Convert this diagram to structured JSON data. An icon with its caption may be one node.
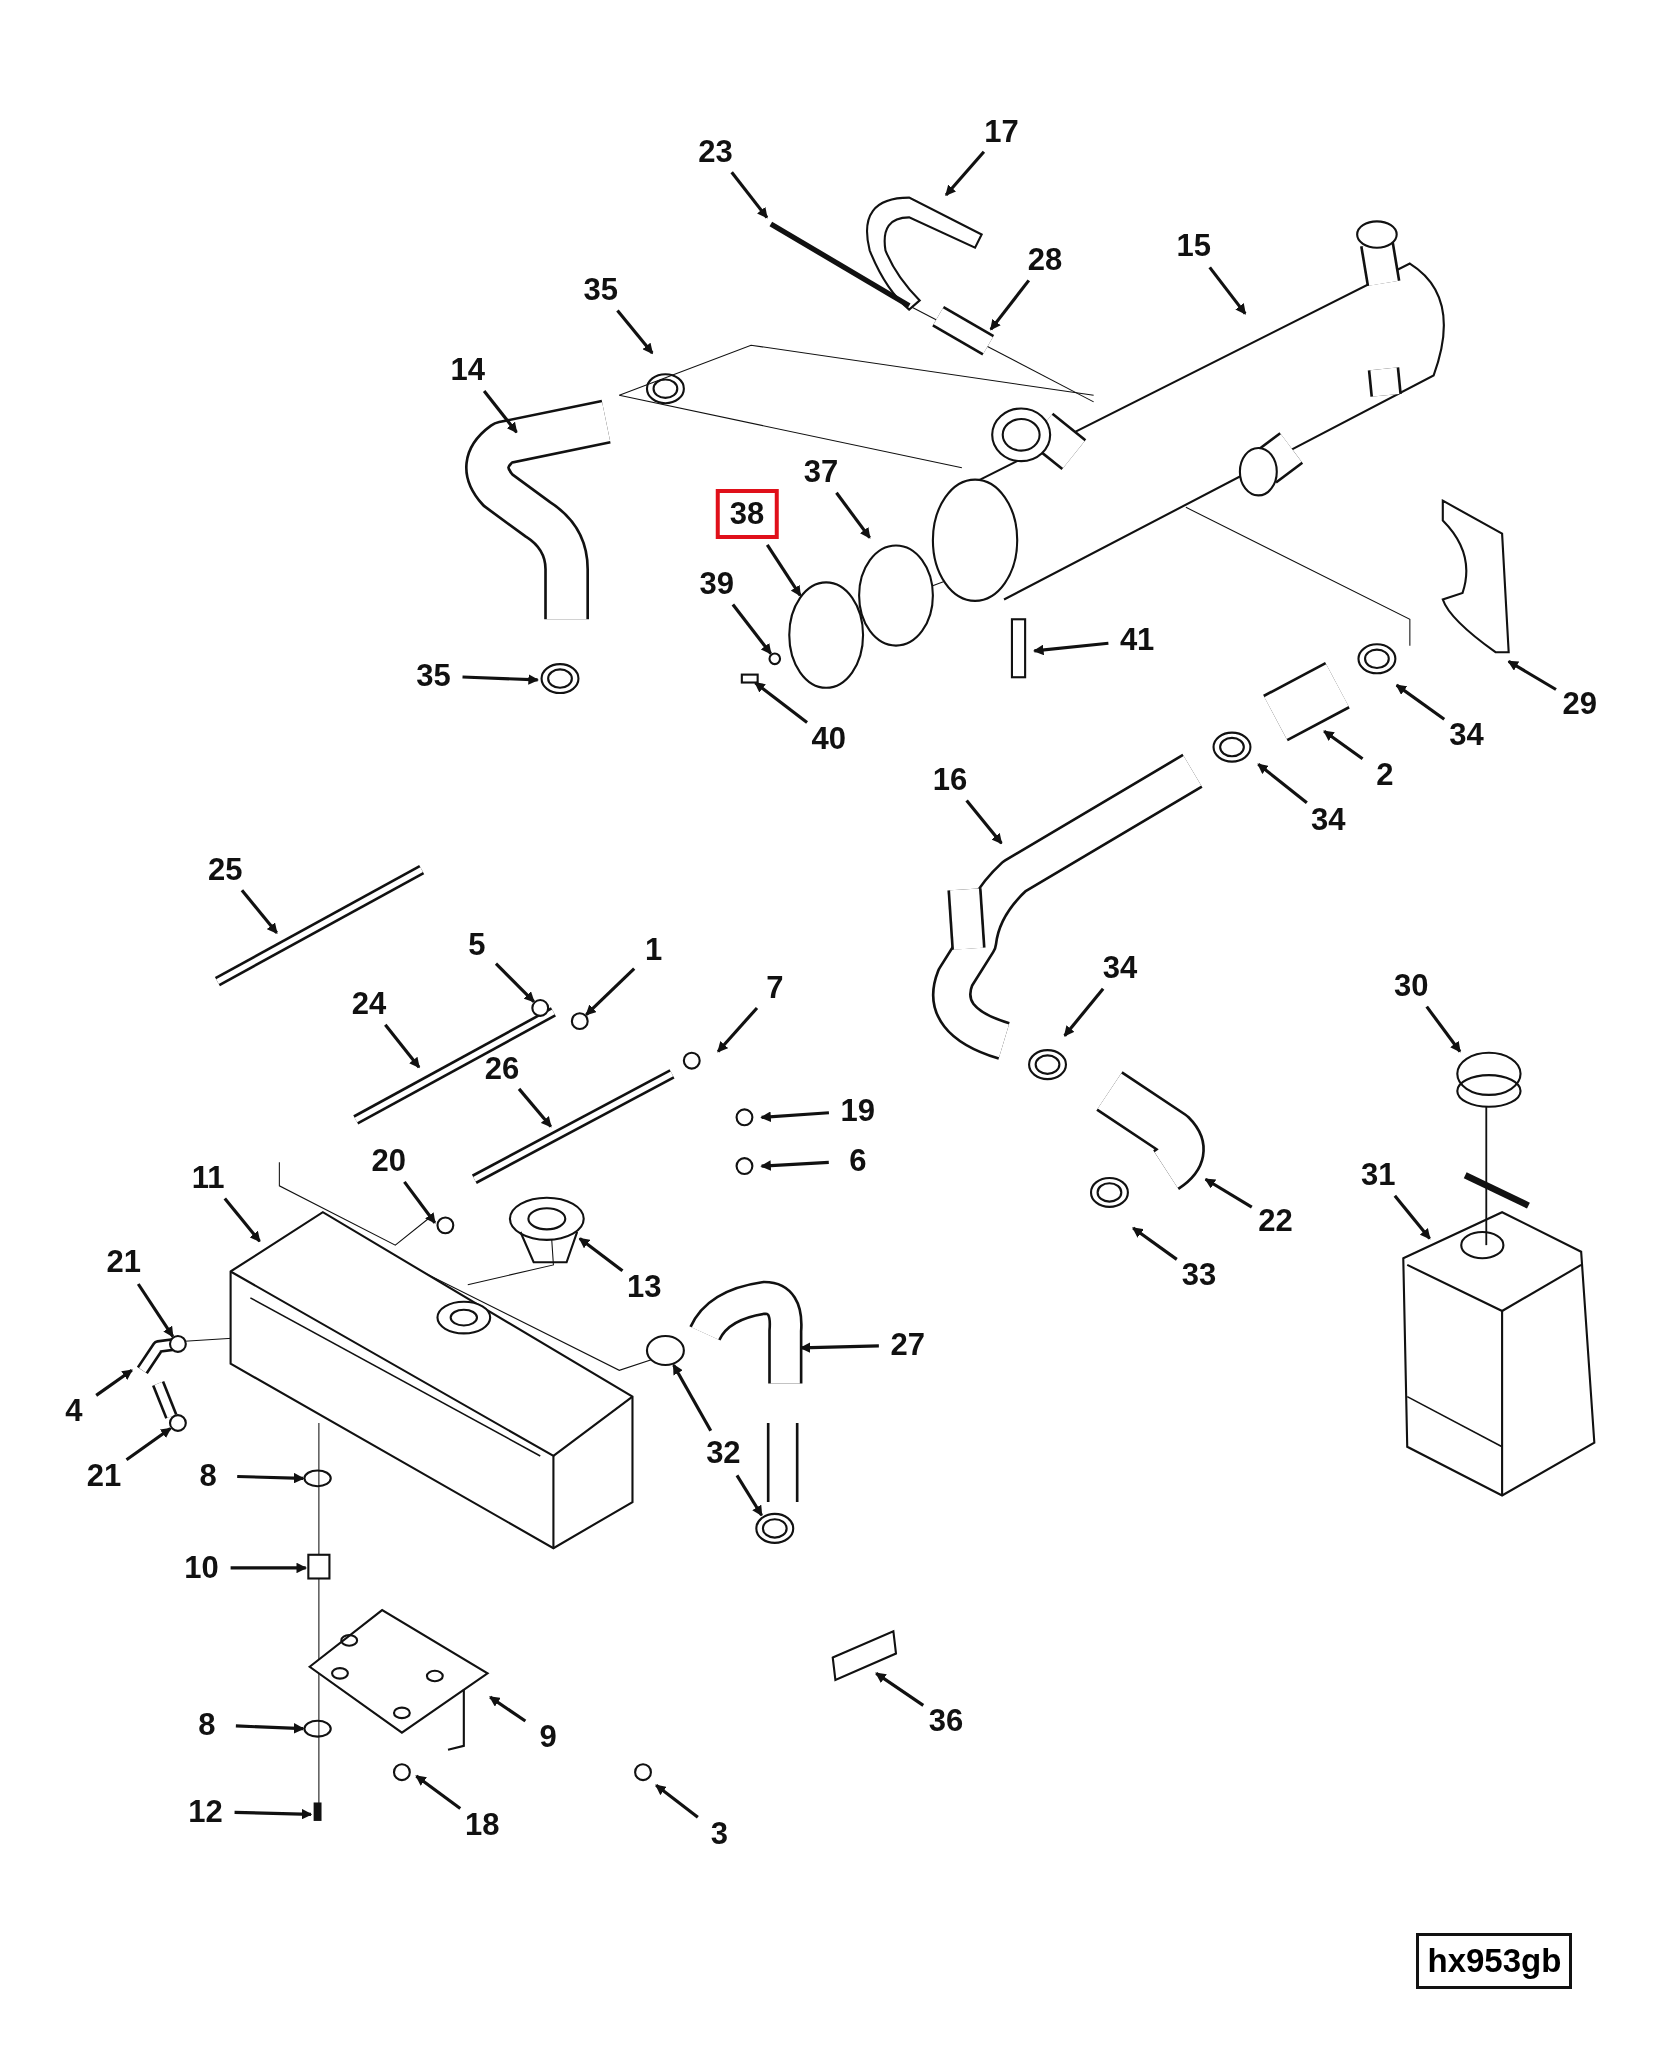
{
  "diagram": {
    "nodes": [
      {
        "text": [
          "23"
        ]
      },
      {
        "text": [
          "17"
        ]
      },
      {
        "text": [
          "28"
        ]
      },
      {
        "text": [
          "15"
        ]
      },
      {
        "text": [
          "35"
        ]
      },
      {
        "text": [
          "14"
        ]
      },
      {
        "text": [
          "37"
        ]
      },
      {
        "text": [
          "38"
        ]
      },
      {
        "text": [
          "39"
        ]
      },
      {
        "text": [
          "41"
        ]
      },
      {
        "text": [
          "35"
        ]
      },
      {
        "text": [
          "40"
        ]
      },
      {
        "text": [
          "29"
        ]
      },
      {
        "text": [
          "34"
        ]
      },
      {
        "text": [
          "2"
        ]
      },
      {
        "text": [
          "16"
        ]
      },
      {
        "text": [
          "34"
        ]
      },
      {
        "text": [
          "25"
        ]
      },
      {
        "text": [
          "5"
        ]
      },
      {
        "text": [
          "1"
        ]
      },
      {
        "text": [
          "7"
        ]
      },
      {
        "text": [
          "24"
        ]
      },
      {
        "text": [
          "34"
        ]
      },
      {
        "text": [
          "26"
        ]
      },
      {
        "text": [
          "19"
        ]
      },
      {
        "text": [
          "6"
        ]
      },
      {
        "text": [
          "11"
        ]
      },
      {
        "text": [
          "20"
        ]
      },
      {
        "text": [
          "13"
        ]
      },
      {
        "text": [
          "21"
        ]
      },
      {
        "text": [
          "22"
        ]
      },
      {
        "text": [
          "33"
        ]
      },
      {
        "text": [
          "30"
        ]
      },
      {
        "text": [
          "31"
        ]
      },
      {
        "text": [
          "27"
        ]
      },
      {
        "text": [
          "4"
        ]
      },
      {
        "text": [
          "21"
        ]
      },
      {
        "text": [
          "8"
        ]
      },
      {
        "text": [
          "32"
        ]
      },
      {
        "text": [
          "10"
        ]
      },
      {
        "text": [
          "9"
        ]
      },
      {
        "text": [
          "8"
        ]
      },
      {
        "text": [
          "36"
        ]
      },
      {
        "text": [
          "18"
        ]
      },
      {
        "text": [
          "12"
        ]
      },
      {
        "text": [
          "3"
        ]
      },
      {
        "text": [],
        "shape": "circle"
      },
      {
        "text": [],
        "shape": "circle"
      },
      {
        "text": [],
        "shape": "circle"
      },
      {
        "text": [],
        "shape": "circle"
      },
      {
        "text": [],
        "shape": "circle"
      },
      {
        "text": [],
        "shape": "box"
      },
      {
        "text": [],
        "shape": "circle"
      },
      {
        "text": [],
        "shape": "circle"
      }
    ],
    "edges": [
      {
        "from": 0,
        "to": null,
        "arrow": "to"
      },
      {
        "from": 1,
        "to": null,
        "arrow": "to"
      },
      {
        "from": 2,
        "to": null,
        "arrow": "to"
      },
      {
        "from": 3,
        "to": null,
        "arrow": "to"
      },
      {
        "from": 4,
        "to": null,
        "arrow": "to"
      },
      {
        "from": 5,
        "to": null,
        "arrow": "to"
      },
      {
        "from": 6,
        "to": null,
        "arrow": "to"
      },
      {
        "from": 7,
        "to": 46,
        "arrow": "to"
      },
      {
        "from": 8,
        "to": 50,
        "arrow": "to"
      },
      {
        "from": 9,
        "to": null,
        "arrow": "to"
      },
      {
        "from": 10,
        "to": null,
        "arrow": "to"
      },
      {
        "from": 11,
        "to": 51,
        "arrow": "to"
      },
      {
        "from": 12,
        "to": null,
        "arrow": "to"
      },
      {
        "from": 13,
        "to": null,
        "arrow": "to"
      },
      {
        "from": 14,
        "to": null,
        "arrow": "to"
      },
      {
        "from": 15,
        "to": null,
        "arrow": "to"
      },
      {
        "from": 16,
        "to": null,
        "arrow": "to"
      },
      {
        "from": 17,
        "to": null,
        "arrow": "to"
      },
      {
        "from": 18,
        "to": 47,
        "arrow": "to"
      },
      {
        "from": 19,
        "to": 52,
        "arrow": "to"
      },
      {
        "from": 20,
        "to": null,
        "arrow": "to"
      },
      {
        "from": 21,
        "to": null,
        "arrow": "to"
      },
      {
        "from": 22,
        "to": null,
        "arrow": "to"
      },
      {
        "from": 23,
        "to": null,
        "arrow": "to"
      },
      {
        "from": 24,
        "to": null,
        "arrow": "to"
      },
      {
        "from": 25,
        "to": null,
        "arrow": "to"
      },
      {
        "from": 26,
        "to": null,
        "arrow": "to"
      },
      {
        "from": 27,
        "to": null,
        "arrow": "to"
      },
      {
        "from": 28,
        "to": null,
        "arrow": "to"
      },
      {
        "from": 29,
        "to": 53,
        "arrow": "to"
      },
      {
        "from": 30,
        "to": null,
        "arrow": "to"
      },
      {
        "from": 31,
        "to": null,
        "arrow": "to"
      },
      {
        "from": 32,
        "to": null,
        "arrow": "to"
      },
      {
        "from": 33,
        "to": null,
        "arrow": "to"
      },
      {
        "from": 34,
        "to": null,
        "arrow": "to"
      },
      {
        "from": 35,
        "to": null,
        "arrow": "to"
      },
      {
        "from": 36,
        "to": 48,
        "arrow": "to"
      },
      {
        "from": 37,
        "to": null,
        "arrow": "to"
      },
      {
        "from": 38,
        "to": 49,
        "arrow": "to"
      },
      {
        "from": 39,
        "to": null,
        "arrow": "to"
      },
      {
        "from": 40,
        "to": null,
        "arrow": "to"
      },
      {
        "from": 41,
        "to": null,
        "arrow": "to"
      },
      {
        "from": 42,
        "to": null,
        "arrow": "to"
      },
      {
        "from": 43,
        "to": null,
        "arrow": "to"
      },
      {
        "from": 44,
        "to": null,
        "arrow": "to"
      },
      {
        "from": 45,
        "to": null,
        "arrow": "to"
      },
      {
        "from": 38,
        "to": null,
        "arrow": "to"
      }
    ],
    "labels": [
      "hx953gb"
    ]
  }
}
